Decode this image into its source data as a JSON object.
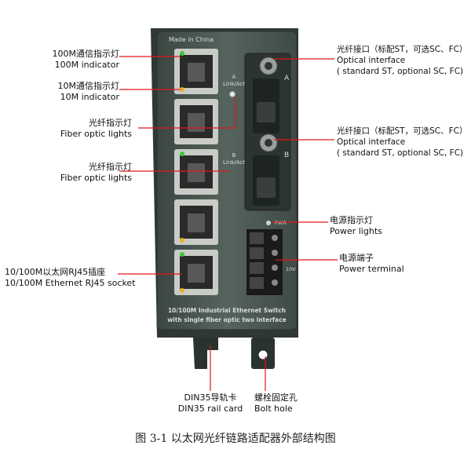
{
  "device": {
    "made_in": "Made in China",
    "port_a_label": "A",
    "port_b_label": "B",
    "link_act_a": [
      "A",
      "Link/Act"
    ],
    "link_act_b": [
      "B",
      "Link/Act"
    ],
    "pwr_label": "PWR",
    "voltage_label": "10V",
    "model_line1": "10/100M Industrial Ethernet Switch",
    "model_line2": "with single fiber optic two interface"
  },
  "labels": {
    "ind100m": [
      "100M通信指示灯",
      "100M  indicator"
    ],
    "ind10m": [
      "10M通信指示灯",
      "10M  indicator"
    ],
    "fiber1": [
      "光纤指示灯",
      "Fiber optic lights"
    ],
    "fiber2": [
      "光纤指示灯",
      "Fiber optic lights"
    ],
    "rj45": [
      "10/100M以太网RJ45插座",
      "10/100M Ethernet RJ45 socket"
    ],
    "optical_a": [
      "光纤接口（标配ST，可选SC、FC）",
      "Optical interface",
      "( standard ST, optional SC, FC)"
    ],
    "optical_b": [
      "光纤接口（标配ST，可选SC、FC）",
      "Optical interface",
      "( standard ST, optional SC, FC)"
    ],
    "power_lights": [
      "电源指示灯",
      "Power lights"
    ],
    "power_terminal": [
      "电源端子",
      "Power terminal"
    ],
    "din_rail": [
      "DIN35导轨卡",
      "DIN35 rail card"
    ],
    "bolt_hole": [
      "螺栓固定孔",
      "Bolt hole"
    ]
  },
  "caption": "图 3-1    以太网光纤链路适配器外部结构图",
  "colors": {
    "leader": "#e01818",
    "body": "#4a5752",
    "led_green": "#3cc83c",
    "led_amber": "#e8b020"
  }
}
